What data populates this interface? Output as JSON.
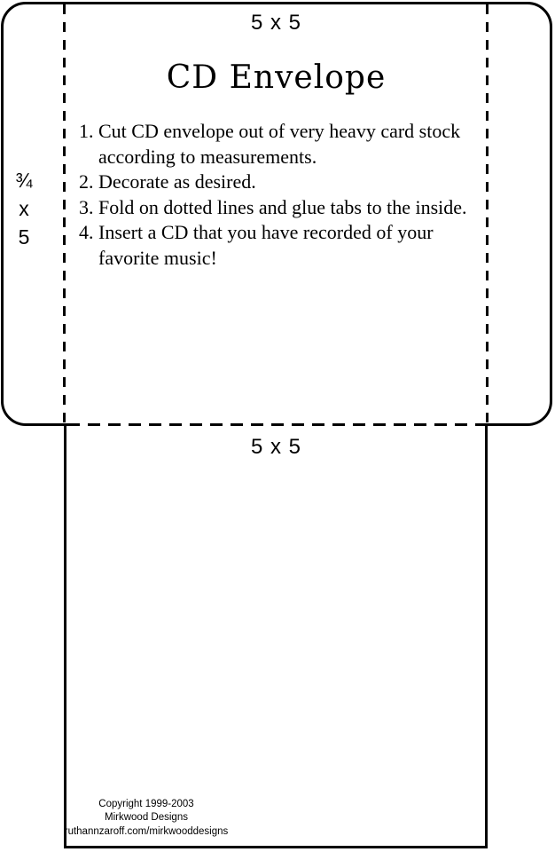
{
  "page": {
    "background_color": "#ffffff",
    "line_color": "#000000"
  },
  "flap": {
    "size_label": "5 x 5",
    "title": "CD Envelope",
    "instructions": [
      "Cut CD envelope out of very heavy card stock according to measurements.",
      "Decorate as desired.",
      "Fold on dotted lines and glue tabs to the inside.",
      "Insert a CD that you have recorded of your favorite music!"
    ]
  },
  "side_tab": {
    "size_label_lines": [
      "¾",
      "x",
      "5"
    ]
  },
  "back_panel": {
    "size_label": "5 x 5",
    "copyright_lines": [
      "Copyright 1999-2003",
      "Mirkwood Designs",
      "ruthannzaroff.com/mirkwooddesigns"
    ]
  }
}
